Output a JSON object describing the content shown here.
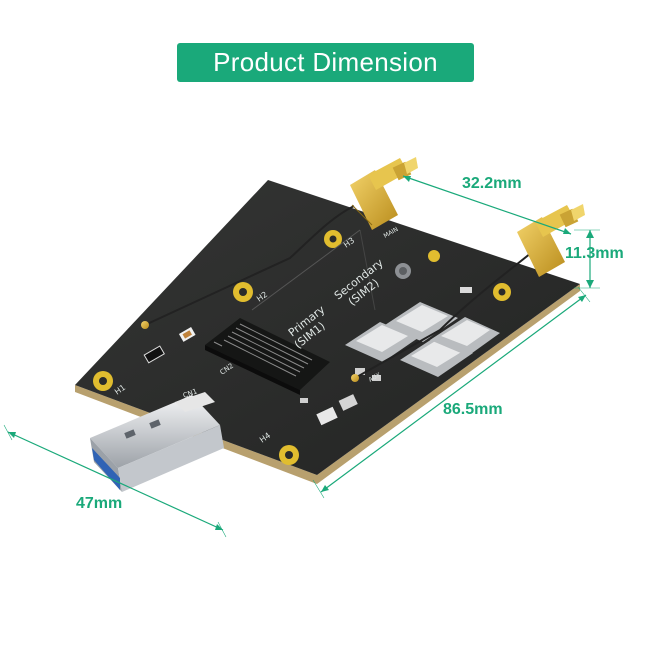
{
  "title": "Product Dimension",
  "dimensions": {
    "width_top": "32.2mm",
    "height": "11.3mm",
    "length": "86.5mm",
    "width_bottom": "47mm"
  },
  "silkscreen": {
    "primary": "Primary",
    "sim1": "(SIM1)",
    "secondary": "Secondary",
    "sim2": "(SIM2)",
    "h1": "H1",
    "h2": "H2",
    "h3": "H3",
    "h4": "H4",
    "cn1": "CN1",
    "cn2": "CN2",
    "main": "MAIN",
    "aux": "AUX"
  },
  "colors": {
    "accent": "#1aa97a",
    "board": "#2a2b2a",
    "gold": "#d9b23b",
    "usb_blue": "#2f63b5"
  }
}
